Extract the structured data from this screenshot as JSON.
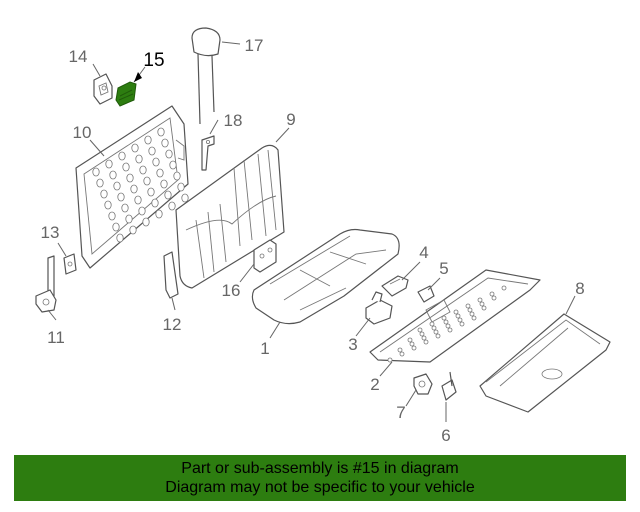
{
  "diagram": {
    "callouts": [
      {
        "id": "1",
        "label": "1"
      },
      {
        "id": "2",
        "label": "2"
      },
      {
        "id": "3",
        "label": "3"
      },
      {
        "id": "4",
        "label": "4"
      },
      {
        "id": "5",
        "label": "5"
      },
      {
        "id": "6",
        "label": "6"
      },
      {
        "id": "7",
        "label": "7"
      },
      {
        "id": "8",
        "label": "8"
      },
      {
        "id": "9",
        "label": "9"
      },
      {
        "id": "10",
        "label": "10"
      },
      {
        "id": "11",
        "label": "11"
      },
      {
        "id": "12",
        "label": "12"
      },
      {
        "id": "13",
        "label": "13"
      },
      {
        "id": "14",
        "label": "14"
      },
      {
        "id": "15",
        "label": "15"
      },
      {
        "id": "16",
        "label": "16"
      },
      {
        "id": "17",
        "label": "17"
      },
      {
        "id": "18",
        "label": "18"
      }
    ],
    "highlighted_part": "15",
    "highlight_color": "#2d7d10"
  },
  "banner": {
    "line1": "Part or sub-assembly is #15 in diagram",
    "line2": "Diagram may not be specific to your vehicle",
    "background": "#2d7d10"
  }
}
